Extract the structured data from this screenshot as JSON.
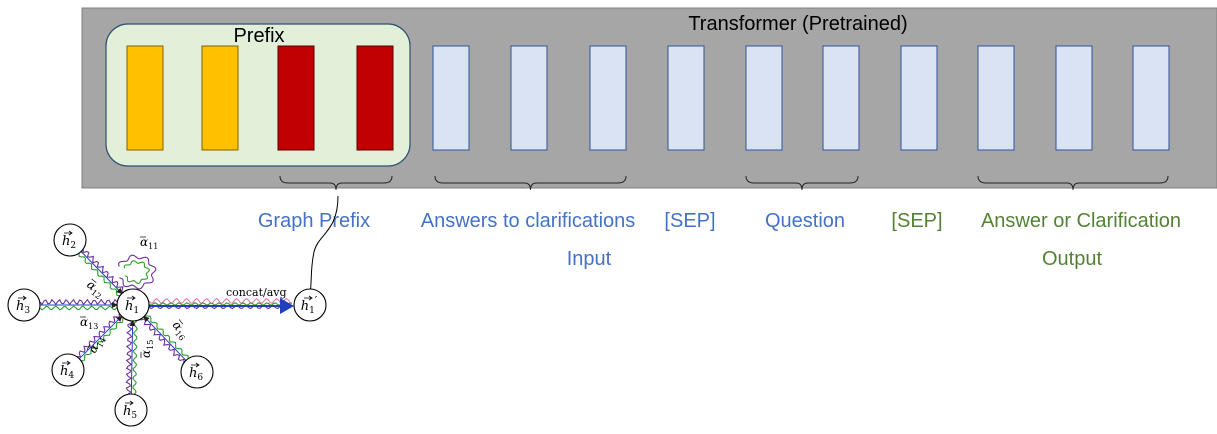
{
  "colors": {
    "transformer_bg": "#a6a6a6",
    "prefix_bg": "#e2efd9",
    "prefix_border": "#2f4f6f",
    "token_light": "#dae3f3",
    "token_border": "#2f5597",
    "token_yellow": "#ffc000",
    "token_red": "#c00000",
    "label_blue": "#4472c4",
    "label_green": "#548235",
    "graph_purple": "#7030a0",
    "graph_green": "#2ca02c",
    "graph_blue": "#1f3fbf",
    "graph_pink": "#e377c2"
  },
  "transformer": {
    "title": "Transformer (Pretrained)"
  },
  "prefix": {
    "title": "Prefix"
  },
  "tokens": [
    {
      "kind": "yellow"
    },
    {
      "kind": "yellow"
    },
    {
      "kind": "red"
    },
    {
      "kind": "red"
    },
    {
      "kind": "light"
    },
    {
      "kind": "light"
    },
    {
      "kind": "light"
    },
    {
      "kind": "light"
    },
    {
      "kind": "light"
    },
    {
      "kind": "light"
    },
    {
      "kind": "light"
    },
    {
      "kind": "light"
    },
    {
      "kind": "light"
    },
    {
      "kind": "light"
    }
  ],
  "segments": {
    "graph_prefix": "Graph Prefix",
    "answers": "Answers to clarifications",
    "sep1": "[SEP]",
    "question": "Question",
    "sep2": "[SEP]",
    "answer_or_clar": "Answer or Clarification"
  },
  "group_labels": {
    "input": "Input",
    "output": "Output"
  },
  "graph": {
    "nodes": {
      "h1": {
        "base": "h",
        "sub": "1",
        "prime": ""
      },
      "h2": {
        "base": "h",
        "sub": "2",
        "prime": ""
      },
      "h3": {
        "base": "h",
        "sub": "3",
        "prime": ""
      },
      "h4": {
        "base": "h",
        "sub": "4",
        "prime": ""
      },
      "h5": {
        "base": "h",
        "sub": "5",
        "prime": ""
      },
      "h6": {
        "base": "h",
        "sub": "6",
        "prime": ""
      },
      "h1p": {
        "base": "h",
        "sub": "1",
        "prime": "′"
      }
    },
    "alphas": {
      "a11": {
        "base": "α",
        "sub": "11"
      },
      "a12": {
        "base": "α",
        "sub": "12"
      },
      "a13": {
        "base": "α",
        "sub": "13"
      },
      "a14": {
        "base": "α",
        "sub": "14"
      },
      "a15": {
        "base": "α",
        "sub": "15"
      },
      "a16": {
        "base": "α",
        "sub": "16"
      }
    },
    "concat_label": "concat/avg"
  }
}
